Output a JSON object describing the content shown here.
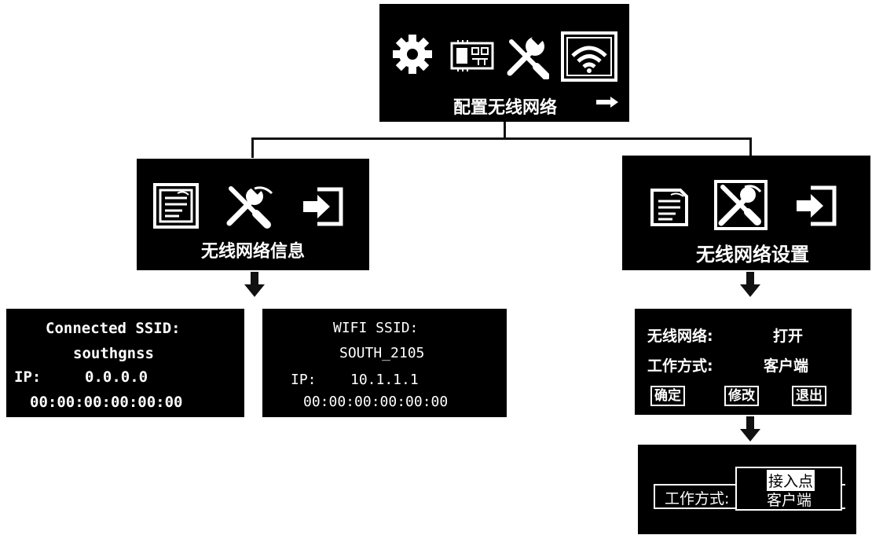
{
  "top_screen": {
    "title": "配置无线网络"
  },
  "left_screen": {
    "title": "无线网络信息"
  },
  "right_screen": {
    "title": "无线网络设置"
  },
  "info_connected": {
    "label": "Connected SSID:",
    "ssid": "southgnss",
    "ip_label": "IP:",
    "ip": "0.0.0.0",
    "mac": "00:00:00:00:00:00"
  },
  "info_wifi": {
    "label": "WIFI SSID:",
    "ssid": "SOUTH_2105",
    "ip_label": "IP:",
    "ip": "10.1.1.1",
    "mac": "00:00:00:00:00:00"
  },
  "settings": {
    "wireless_label": "无线网络:",
    "wireless_value": "打开",
    "mode_label": "工作方式:",
    "mode_value": "客户端",
    "confirm_button": "确定",
    "modify_button": "修改",
    "exit_button": "退出"
  },
  "mode_select": {
    "label": "工作方式:",
    "options": [
      "接入点",
      "客户端"
    ]
  }
}
